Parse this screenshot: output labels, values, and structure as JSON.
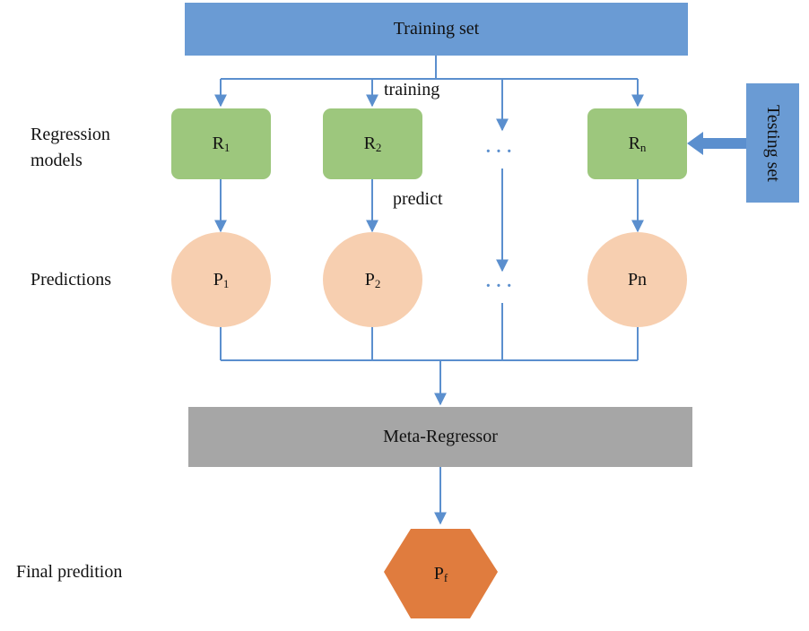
{
  "colors": {
    "training_box": "#6A9BD4",
    "testing_box": "#6A9BD4",
    "model_box": "#9DC77D",
    "prediction_circle": "#F7CFB0",
    "meta_box": "#A6A6A6",
    "final_hexagon": "#E07C3E",
    "connector": "#5B8FCE"
  },
  "training_set": {
    "label": "Training set"
  },
  "testing_set": {
    "label": "Testing set"
  },
  "edge_labels": {
    "training": "training",
    "predict": "predict"
  },
  "row_labels": {
    "models_line1": "Regression",
    "models_line2": "models",
    "predictions": "Predictions",
    "final": "Final predition"
  },
  "models": [
    {
      "base": "R",
      "sub": "1"
    },
    {
      "base": "R",
      "sub": "2"
    },
    {
      "base": "R",
      "sub": "n"
    }
  ],
  "predictions": [
    {
      "base": "P",
      "sub": "1"
    },
    {
      "base": "P",
      "sub": "2"
    },
    {
      "base": "Pn",
      "sub": ""
    }
  ],
  "ellipsis": {
    "models": "· · ·",
    "predictions": "· · ·"
  },
  "meta_regressor": {
    "label": "Meta-Regressor"
  },
  "final_prediction": {
    "base": "P",
    "sub": "f"
  }
}
